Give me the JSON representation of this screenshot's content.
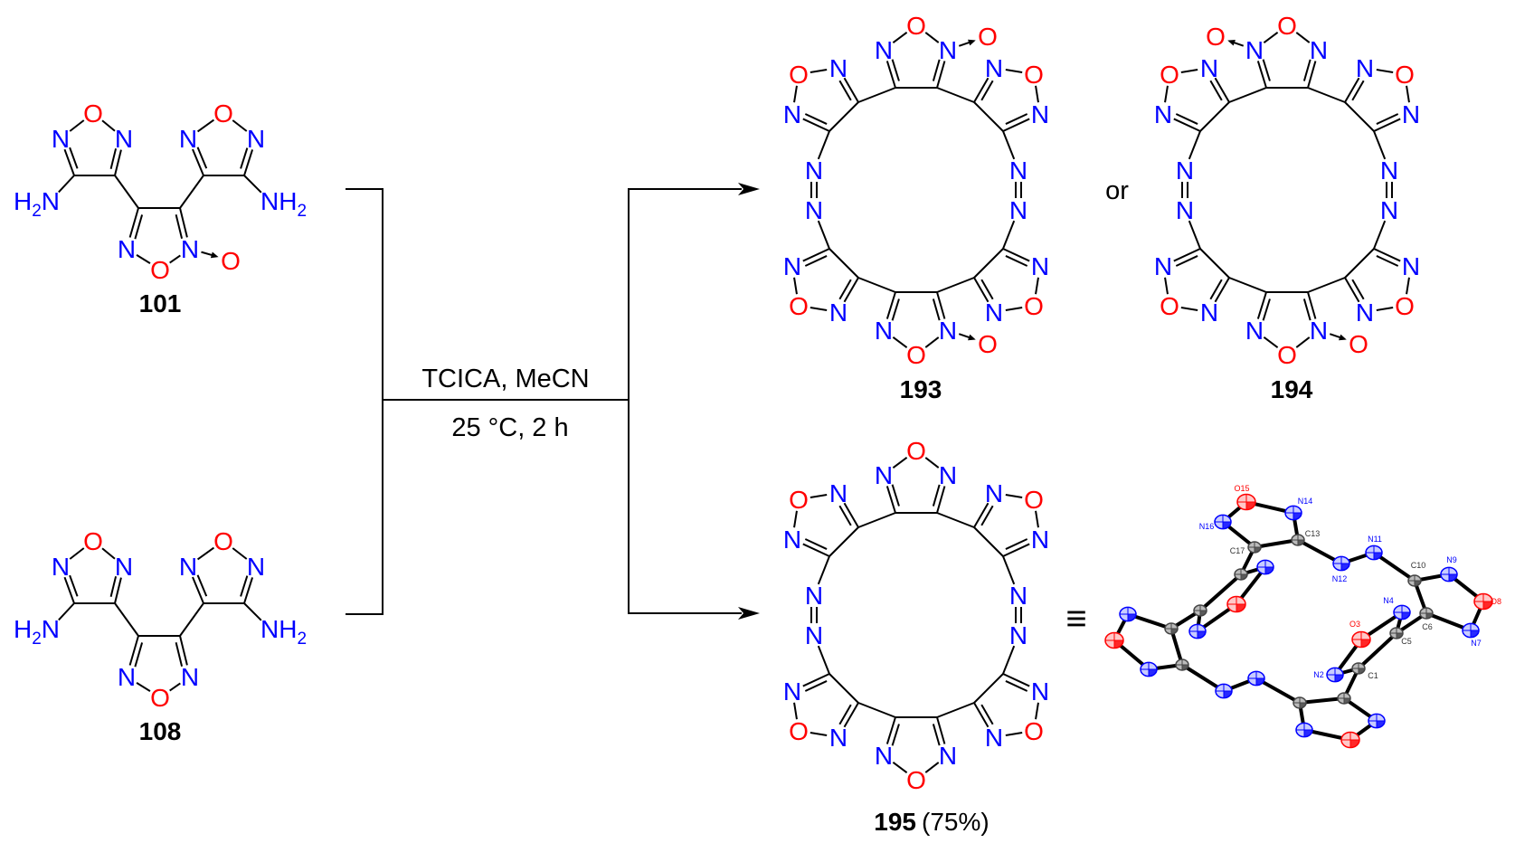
{
  "reactants": [
    {
      "id": "101"
    },
    {
      "id": "108"
    }
  ],
  "conditions": {
    "line1": "TCICA, MeCN",
    "line2": "25 °C, 2 h"
  },
  "products": {
    "top_option_a": {
      "id": "193"
    },
    "or_text": "or",
    "top_option_b": {
      "id": "194"
    },
    "bottom": {
      "id": "195",
      "yield": "(75%)"
    }
  },
  "equivalence_symbol": "≡",
  "crystal_structure_labels": {
    "O15": "O15",
    "N14": "N14",
    "N16": "N16",
    "C17": "C17",
    "C13": "C13",
    "N12": "N12",
    "N11": "N11",
    "C10": "C10",
    "N9": "N9",
    "O8": "O8",
    "N7": "N7",
    "C6": "C6",
    "C5": "C5",
    "N4": "N4",
    "O3": "O3",
    "N2": "N2",
    "C1": "C1"
  },
  "colors": {
    "nitrogen": "#0000ff",
    "oxygen": "#ff0000",
    "bond": "#000000",
    "carbon_ellipsoid": "#444444"
  }
}
